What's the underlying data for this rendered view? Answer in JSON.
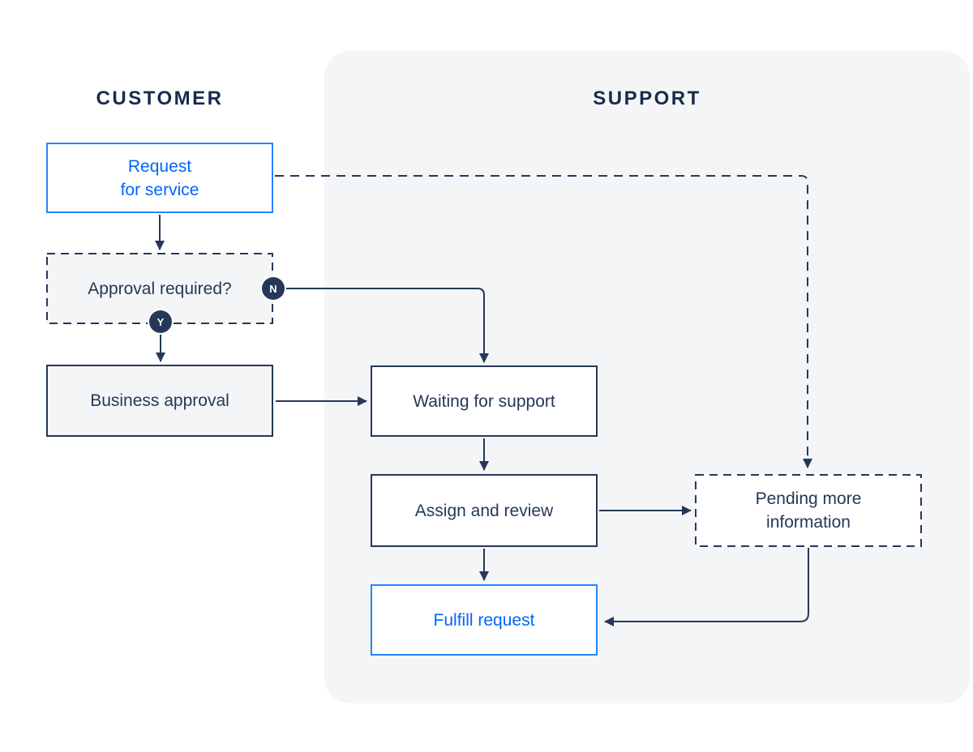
{
  "colors": {
    "navy": "#253858",
    "header": "#172B4D",
    "blueBorder": "#2684FF",
    "blueText": "#0065FF",
    "panel": "#F4F5F7",
    "bg": "#FFFFFF"
  },
  "lanes": {
    "customer": {
      "label": "CUSTOMER"
    },
    "support": {
      "label": "SUPPORT"
    }
  },
  "nodes": {
    "request": {
      "label": "Request\nfor service"
    },
    "approval": {
      "label": "Approval required?"
    },
    "business": {
      "label": "Business approval"
    },
    "waiting": {
      "label": "Waiting for support"
    },
    "assign": {
      "label": "Assign and review"
    },
    "pending": {
      "label": "Pending more\ninformation"
    },
    "fulfill": {
      "label": "Fulfill request"
    }
  },
  "badges": {
    "no": {
      "label": "N"
    },
    "yes": {
      "label": "Y"
    }
  }
}
